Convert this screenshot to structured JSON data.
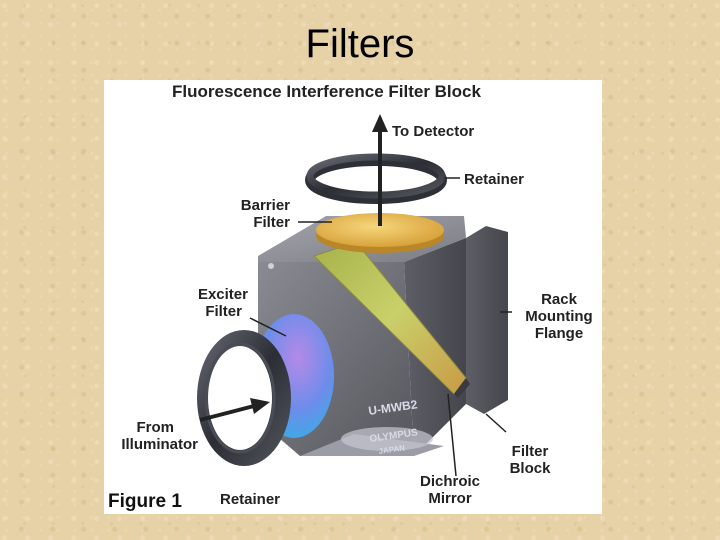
{
  "slide": {
    "title": "Filters"
  },
  "figure": {
    "title": "Fluorescence Interference Filter Block",
    "caption": "Figure 1",
    "labels": {
      "to_detector": "To Detector",
      "retainer_top": "Retainer",
      "barrier_filter_1": "Barrier",
      "barrier_filter_2": "Filter",
      "exciter_filter_1": "Exciter",
      "exciter_filter_2": "Filter",
      "rack_1": "Rack",
      "rack_2": "Mounting",
      "rack_3": "Flange",
      "from_illuminator_1": "From",
      "from_illuminator_2": "Illuminator",
      "filter_block_1": "Filter",
      "filter_block_2": "Block",
      "dichroic_1": "Dichroic",
      "dichroic_2": "Mirror",
      "retainer_bottom": "Retainer"
    },
    "engraving": {
      "model": "U-MWB2",
      "brand": "OLYMPUS",
      "country": "JAPAN"
    },
    "colors": {
      "block": "#6e6e76",
      "barrier_filter": "#e8b84a",
      "dichroic_mirror": "#b8c25a",
      "exciter_filter": "#6f8ee8",
      "ring": "#3e4048"
    }
  }
}
